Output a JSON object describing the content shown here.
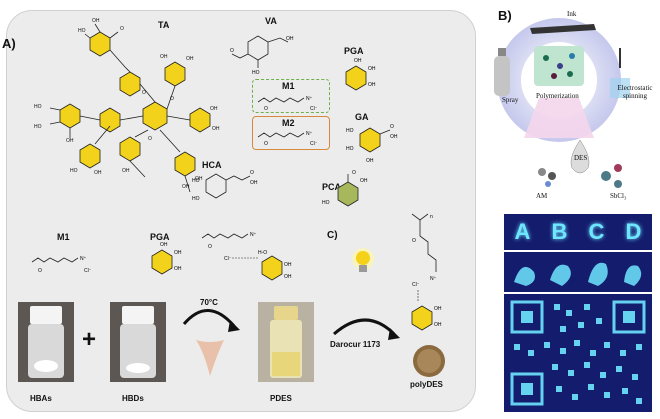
{
  "panel_a": {
    "tag": "A)",
    "molecules": {
      "ta": "TA",
      "va": "VA",
      "pga": "PGA",
      "m1": "M1",
      "m2": "M2",
      "ga": "GA",
      "hca": "HCA",
      "pca": "PCA"
    },
    "subpanel_c": "C)",
    "reaction": {
      "m1": "M1",
      "pga": "PGA",
      "temperature": "70°C",
      "initiator": "Darocur 1173",
      "plus": "+",
      "vials": [
        "HBAs",
        "HBDs",
        "PDES",
        "polyDES"
      ]
    },
    "cation_charge": "N⁺",
    "anion": "Cl⁻",
    "oh": "OH",
    "ho": "HO",
    "o": "O",
    "n": "n"
  },
  "panel_b": {
    "tag": "B)",
    "ink": "Ink",
    "spray": "Spray",
    "polymerization": "Polymerization",
    "electrostatic": "Electrostatic spinning",
    "des": "DES",
    "am": "AM",
    "sbcl": "SbCl₃",
    "letters": [
      "A",
      "B",
      "C",
      "D"
    ]
  },
  "colors": {
    "yellow_ring": "#f2d21b",
    "green_ring": "#a7b85c",
    "m1_border": "#6cb04a",
    "m2_border": "#d9893b",
    "fluor_blue": "#1e3cff",
    "fluor_glow": "#6ee6ff",
    "panel_bg": "#ececec"
  }
}
